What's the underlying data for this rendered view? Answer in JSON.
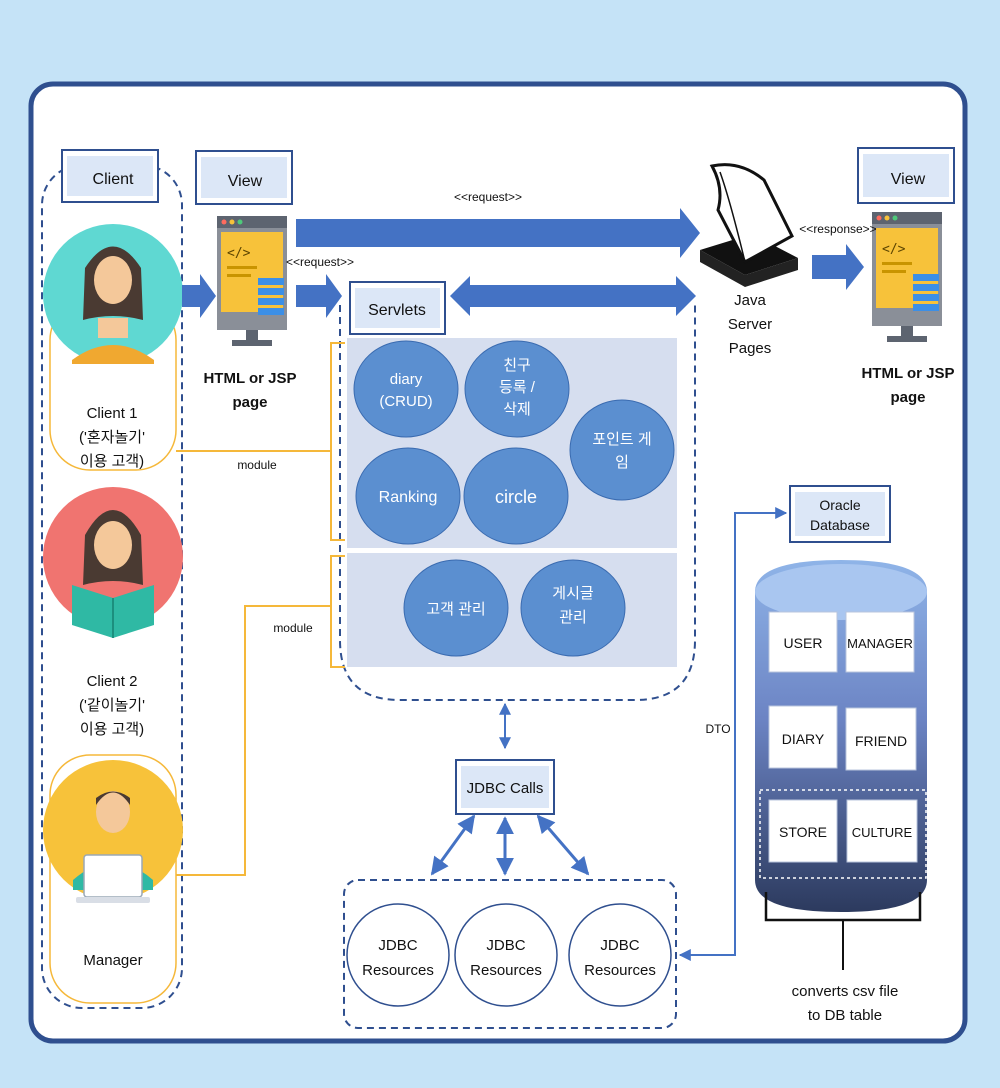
{
  "boxes": {
    "client": "Client",
    "view_left": "View",
    "view_right": "View",
    "servlets": "Servlets",
    "oracle_line1": "Oracle",
    "oracle_line2": "Database",
    "jdbc_calls": "JDBC Calls"
  },
  "edges": {
    "request_top": "<<request>>",
    "request_mid": "<<request>>",
    "response": "<<response>>",
    "module_1": "module",
    "module_2": "module",
    "dto": "DTO"
  },
  "left_page": {
    "line1": "HTML or JSP",
    "line2": "page"
  },
  "right_page": {
    "line1": "HTML or JSP",
    "line2": "page"
  },
  "jsp": {
    "line1": "Java",
    "line2": "Server",
    "line3": "Pages"
  },
  "clients": {
    "client1": {
      "line1": "Client 1",
      "line2": "('혼자놀기'",
      "line3": "이용 고객)"
    },
    "client2": {
      "line1": "Client 2",
      "line2": "('같이놀기'",
      "line3": "이용 고객)"
    },
    "manager": {
      "line1": "Manager"
    }
  },
  "modules": {
    "diary_1": "diary",
    "diary_2": "(CRUD)",
    "friend_1": "친구",
    "friend_2": "등록 /",
    "friend_3": "삭제",
    "point_1": "포인트 게",
    "point_2": "임",
    "ranking": "Ranking",
    "circle": "circle",
    "customer": "고객 관리",
    "post_1": "게시글",
    "post_2": "관리"
  },
  "tables": {
    "user": "USER",
    "manager": "MANAGER",
    "diary": "DIARY",
    "friend": "FRIEND",
    "store": "STORE",
    "culture": "CULTURE"
  },
  "jdbc_resources": [
    {
      "line1": "JDBC",
      "line2": "Resources"
    },
    {
      "line1": "JDBC",
      "line2": "Resources"
    },
    {
      "line1": "JDBC",
      "line2": "Resources"
    }
  ],
  "csv_note": {
    "line1": "converts csv file",
    "line2": "to DB table"
  },
  "colors": {
    "background": "#c5e3f7",
    "frame": "#2f4f8f",
    "arrow": "#4472c4",
    "module_ellipse": "#5b8fd0",
    "module_panel": "#d6deef",
    "yellow": "#f5b83a"
  }
}
